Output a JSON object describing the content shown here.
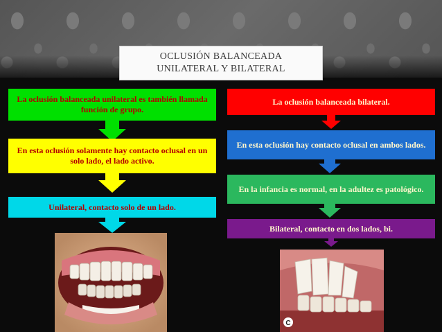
{
  "title": {
    "line1": "OCLUSIÓN BALANCEADA",
    "line2": "UNILATERAL Y BILATERAL"
  },
  "left_column": [
    {
      "text": "La oclusión balanceada unilateral es también llamada función de grupo.",
      "color": "#00e000",
      "text_color": "#b30000"
    },
    {
      "text": "En esta oclusión solamente hay contacto oclusal en un solo lado, el lado activo.",
      "color": "#ffff00",
      "text_color": "#b30000"
    },
    {
      "text": "Unilateral, contacto solo de un lado.",
      "color": "#00d8e8",
      "text_color": "#b30000"
    }
  ],
  "right_column": [
    {
      "text": "La oclusión balanceada bilateral.",
      "color": "#ff0000",
      "text_color": "#fff6cc"
    },
    {
      "text": "En esta oclusión hay contacto oclusal en ambos lados.",
      "color": "#1f6fd0",
      "text_color": "#fff6cc"
    },
    {
      "text": "En la infancia es normal, en la adultez es patológico.",
      "color": "#2bb85e",
      "text_color": "#fff6cc"
    },
    {
      "text": "Bilateral, contacto en dos lados, bi.",
      "color": "#7a1a8c",
      "text_color": "#fff6cc"
    }
  ],
  "images": {
    "left_photo": "dental-occlusion-photo-unilateral",
    "right_photo": "dental-occlusion-photo-bilateral",
    "right_photo_badge": "C"
  }
}
